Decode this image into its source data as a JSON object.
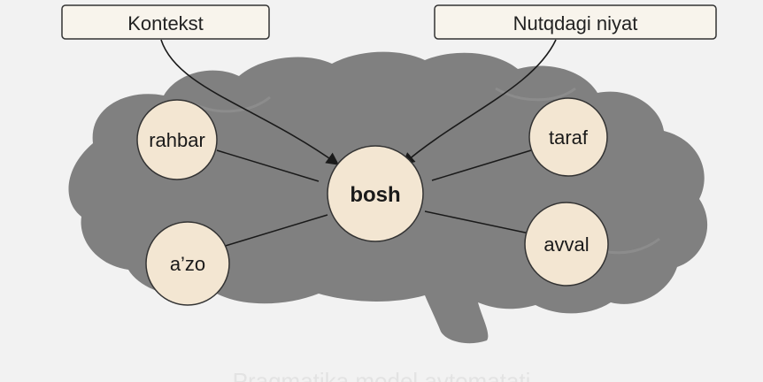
{
  "inputs": {
    "left": "Kontekst",
    "right": "Nutqdagi niyat"
  },
  "center": "bosh",
  "nodes": {
    "top_left": "rahbar",
    "top_right": "taraf",
    "bottom_left": "a’zo",
    "bottom_right": "avval"
  },
  "caption": "Pragmatika model avtomatati",
  "colors": {
    "background": "#f2f2f2",
    "brain": "#808080",
    "node_fill": "#f3e6d2",
    "box_fill": "#f8f4ec"
  }
}
